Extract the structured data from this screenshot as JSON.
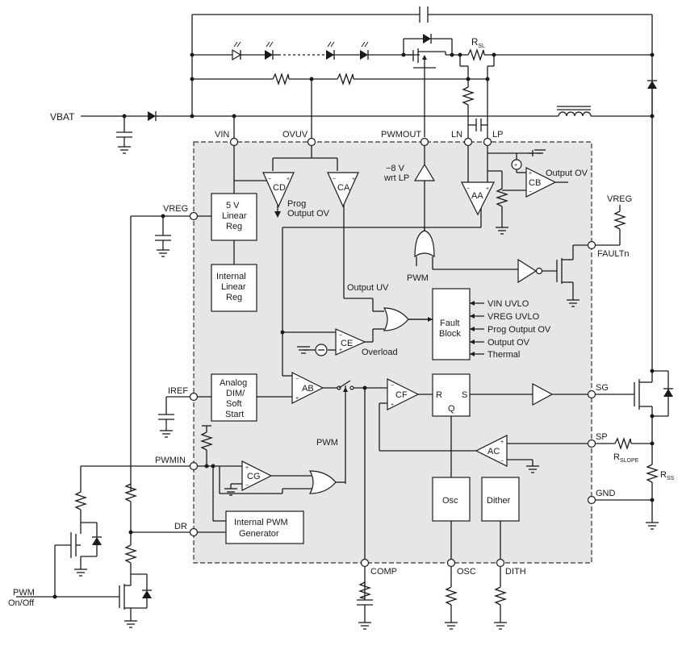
{
  "pins": {
    "vin": "VIN",
    "ovuv": "OVUV",
    "pwmout": "PWMOUT",
    "ln": "LN",
    "lp": "LP",
    "vreg": "VREG",
    "iref": "IREF",
    "pwmin": "PWMIN",
    "dr": "DR",
    "comp": "COMP",
    "osc": "OSC",
    "dith": "DITH",
    "faultn": "FAULTn",
    "sg": "SG",
    "sp": "SP",
    "gnd": "GND"
  },
  "external": {
    "vbat": "VBAT",
    "vreg_ext": "VREG",
    "pwm_onoff_1": "PWM",
    "pwm_onoff_2": "On/Off",
    "rsl_main": "R",
    "rsl_sub": "SL",
    "rslope_main": "R",
    "rslope_sub": "SLOPE",
    "rss_main": "R",
    "rss_sub": "SS"
  },
  "blocks": {
    "linreg5v": [
      "5 V",
      "Linear",
      "Reg"
    ],
    "intlinreg": [
      "Internal",
      "Linear",
      "Reg"
    ],
    "analogdim": [
      "Analog",
      "DIM/",
      "Soft",
      "Start"
    ],
    "intpwmgen": [
      "Internal PWM",
      "Generator"
    ],
    "fault": [
      "Fault",
      "Block"
    ],
    "osc": "Osc",
    "dither": "Dither",
    "latch_r": "R",
    "latch_s": "S",
    "latch_q": "Q"
  },
  "amps": {
    "cd": "CD",
    "ca": "CA",
    "aa": "AA",
    "cb": "CB",
    "ce": "CE",
    "ab": "AB",
    "cf": "CF",
    "ac": "AC",
    "cg": "CG"
  },
  "signals": {
    "minus8v_1": "−8 V",
    "minus8v_2": "wrt LP",
    "prog_ov_1": "Prog",
    "prog_ov_2": "Output OV",
    "output_ov": "Output OV",
    "output_uv": "Output UV",
    "overload": "Overload",
    "pwm_gate": "PWM",
    "pwm_mux": "PWM"
  },
  "fault_inputs": [
    "VIN UVLO",
    "VREG UVLO",
    "Prog Output OV",
    "Output OV",
    "Thermal"
  ]
}
